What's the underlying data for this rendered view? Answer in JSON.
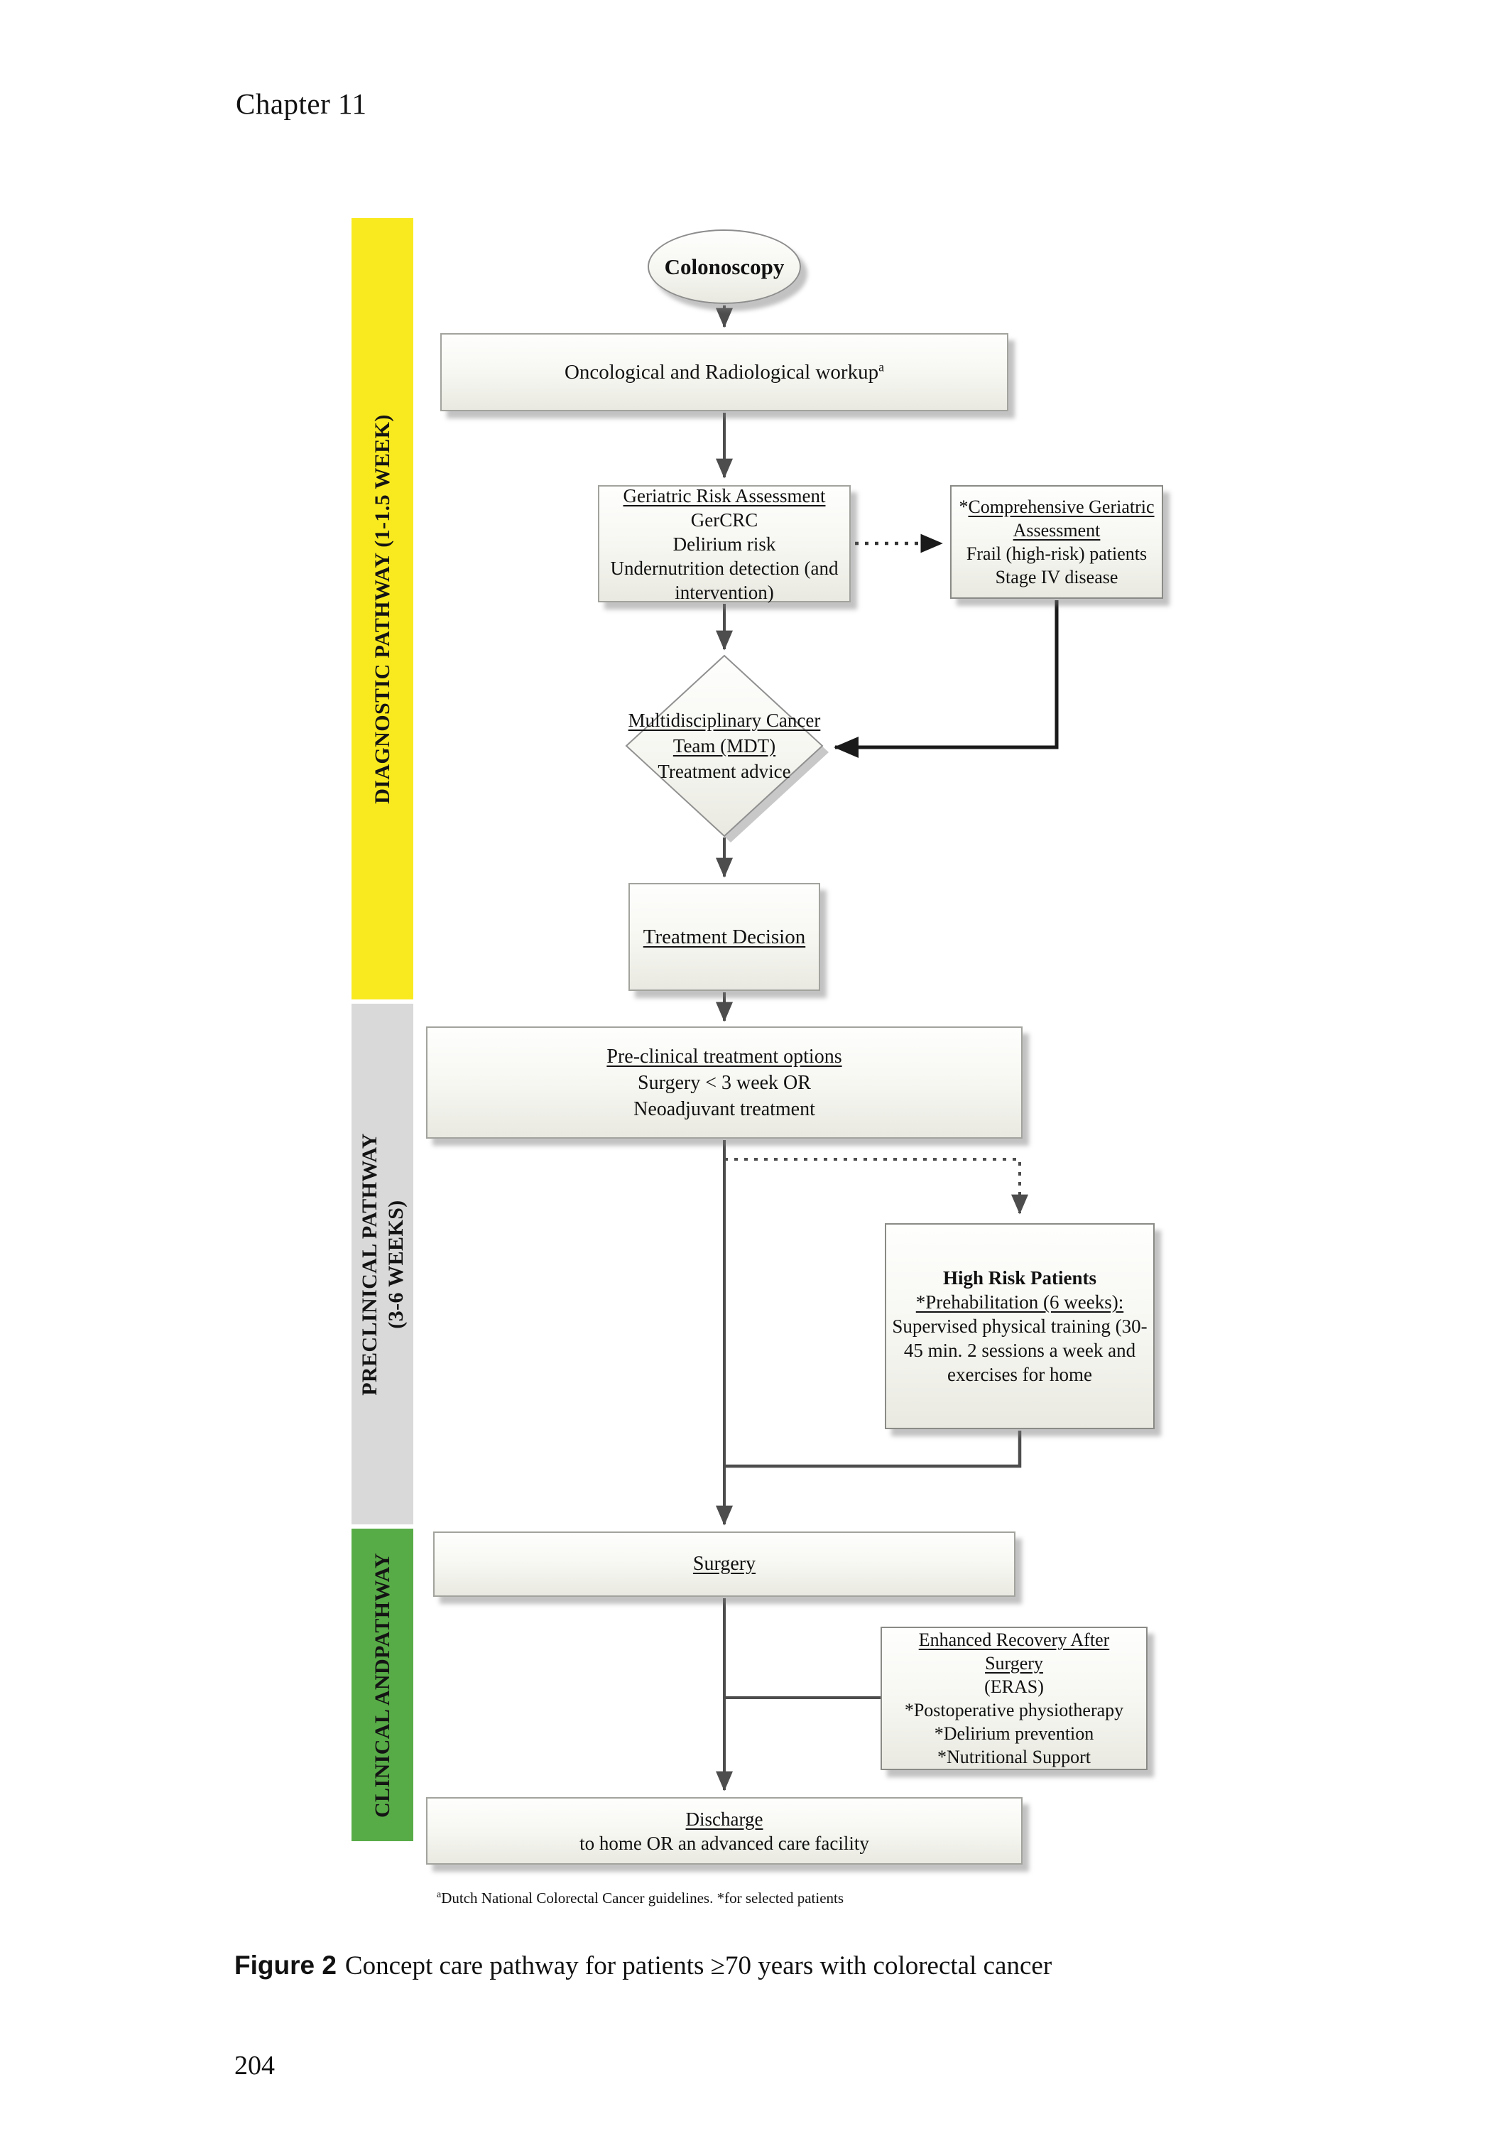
{
  "page": {
    "chapter_header": "Chapter 11",
    "page_number": "204",
    "figure_caption": {
      "label": "Figure 2",
      "text": "Concept care pathway for patients ≥70 years with colorectal cancer"
    },
    "footnote": {
      "marker": "a",
      "text": "Dutch National Colorectal Cancer guidelines. *for selected patients"
    }
  },
  "sidebar": {
    "sections": [
      {
        "label1": "DIAGNOSTIC PATHWAY (1-1.5 WEEK)",
        "label2": "",
        "color": "#f9ea20"
      },
      {
        "label1": "PRECLINICAL PATHWAY",
        "label2": "(3-6 WEEKS)",
        "color": "#d9d9d9"
      },
      {
        "label1": "CLINICAL ANDPATHWAY",
        "label2": "",
        "color": "#58ac47"
      }
    ]
  },
  "flowchart": {
    "colonoscopy": {
      "label": "Colonoscopy"
    },
    "workup": {
      "label": "Oncological and Radiological workup",
      "superscript": "a"
    },
    "geriatric": {
      "title": "Geriatric Risk Assessment",
      "line2": "GerCRC",
      "line3": "Delirium risk",
      "line4": "Undernutrition detection (and intervention)"
    },
    "comprehensive": {
      "prefix": "*",
      "title": "Comprehensive Geriatric Assessment",
      "line2": "Frail (high-risk) patients",
      "line3": "Stage IV disease"
    },
    "mdt": {
      "title_line1": "Multidisciplinary Cancer",
      "title_line2": "Team (MDT)",
      "line3": "Treatment advice"
    },
    "decision": {
      "title": "Treatment Decision"
    },
    "preclinical": {
      "title": "Pre-clinical treatment options",
      "line2": "Surgery < 3 week OR",
      "line3": "Neoadjuvant treatment"
    },
    "highrisk": {
      "title": "High Risk Patients",
      "line2": "*Prehabilitation (6 weeks):",
      "line3": "Supervised physical training (30-45 min. 2 sessions a week and exercises for home"
    },
    "surgery": {
      "title": "Surgery"
    },
    "eras": {
      "title": "Enhanced Recovery After Surgery",
      "line2": "(ERAS)",
      "line3": "*Postoperative physiotherapy",
      "line4": "*Delirium prevention",
      "line5": "*Nutritional Support"
    },
    "discharge": {
      "title": "Discharge",
      "line2": "to home OR an advanced care facility"
    }
  },
  "colors": {
    "diagnostic_band": "#f9ea20",
    "preclinical_band": "#d9d9d9",
    "clinical_band": "#58ac47",
    "arrow_gray": "#4d4d4d",
    "arrow_black": "#1a1a1a",
    "node_fill_top": "#fefefd",
    "node_fill_bottom": "#e9e9e1"
  }
}
